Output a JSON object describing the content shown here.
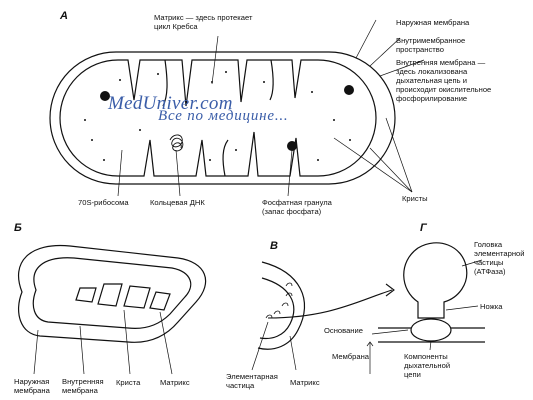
{
  "panels": {
    "a": "А",
    "b": "Б",
    "v": "В",
    "g": "Г"
  },
  "watermark": {
    "line1": "MedUniver.com",
    "line2": "Все по медицине..."
  },
  "labels_a": {
    "matrix": "Матрикс — здесь протекает\nцикл Кребса",
    "outer_membrane": "Наружная мембрана",
    "intermembrane": "Внутримембранное\nпространство",
    "inner_membrane": "Внутренняя мембрана —\nздесь локализована\nдыхательная цепь и\nпроисходит окислительное\nфосфорилирование",
    "ribosome": "70S-рибосома",
    "dna": "Кольцевая ДНК",
    "granule": "Фосфатная гранула\n(запас фосфата)",
    "cristae": "Кристы"
  },
  "labels_b": {
    "outer": "Наружная\nмембрана",
    "inner": "Внутренняя\nмембрана",
    "crista": "Криста",
    "matrix": "Матрикс"
  },
  "labels_v": {
    "particle": "Элементарная\nчастица",
    "matrix": "Матрикс"
  },
  "labels_g": {
    "head": "Головка\nэлементарной\nчастицы\n(АТФаза)",
    "stalk": "Ножка",
    "base": "Основание",
    "membrane": "Мембрана",
    "components": "Компоненты\nдыхательной\nцепи"
  }
}
